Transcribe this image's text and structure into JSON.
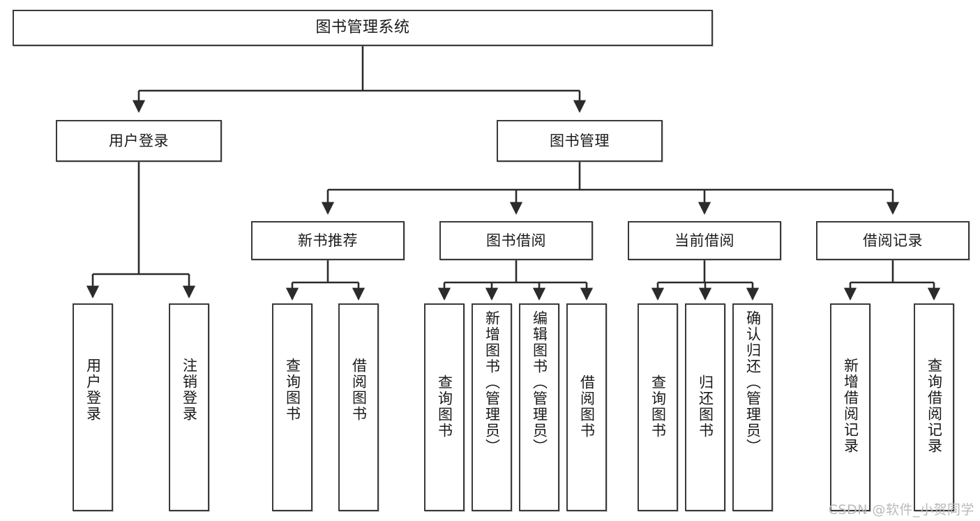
{
  "diagram": {
    "type": "tree",
    "title": "图书管理系统",
    "watermark": "CSDN @软件_小贺同学",
    "style": {
      "box_border_color": "#3a3a3a",
      "box_fill": "#ffffff",
      "edge_color": "#2b2b2b",
      "text_color": "#1a1a1a",
      "watermark_color": "#b9b9b9"
    },
    "nodes": {
      "root": {
        "label": "图书管理系统"
      },
      "level2": [
        {
          "id": "user-login",
          "label": "用户登录"
        },
        {
          "id": "book-manage",
          "label": "图书管理"
        }
      ],
      "level3": [
        {
          "id": "new-book-recommend",
          "label": "新书推荐"
        },
        {
          "id": "book-borrow",
          "label": "图书借阅"
        },
        {
          "id": "current-borrow",
          "label": "当前借阅"
        },
        {
          "id": "borrow-record",
          "label": "借阅记录"
        }
      ],
      "leaves": {
        "user_login": [
          {
            "id": "leaf-user-login",
            "label": "用户登录"
          },
          {
            "id": "leaf-logout-login",
            "label": "注销登录"
          }
        ],
        "new_book_recommend": [
          {
            "id": "leaf-query-book-1",
            "label": "查询图书"
          },
          {
            "id": "leaf-borrow-book-1",
            "label": "借阅图书"
          }
        ],
        "book_borrow": [
          {
            "id": "leaf-query-book-2",
            "label": "查询图书"
          },
          {
            "id": "leaf-add-book",
            "label": "新增图书（管理员）"
          },
          {
            "id": "leaf-edit-book",
            "label": "编辑图书（管理员）"
          },
          {
            "id": "leaf-borrow-book-2",
            "label": "借阅图书"
          }
        ],
        "current_borrow": [
          {
            "id": "leaf-query-book-3",
            "label": "查询图书"
          },
          {
            "id": "leaf-return-book",
            "label": "归还图书"
          },
          {
            "id": "leaf-confirm-return",
            "label": "确认归还（管理员）"
          }
        ],
        "borrow_record": [
          {
            "id": "leaf-add-borrow-record",
            "label": "新增借阅记录"
          },
          {
            "id": "leaf-query-borrow-record",
            "label": "查询借阅记录"
          }
        ]
      }
    }
  }
}
